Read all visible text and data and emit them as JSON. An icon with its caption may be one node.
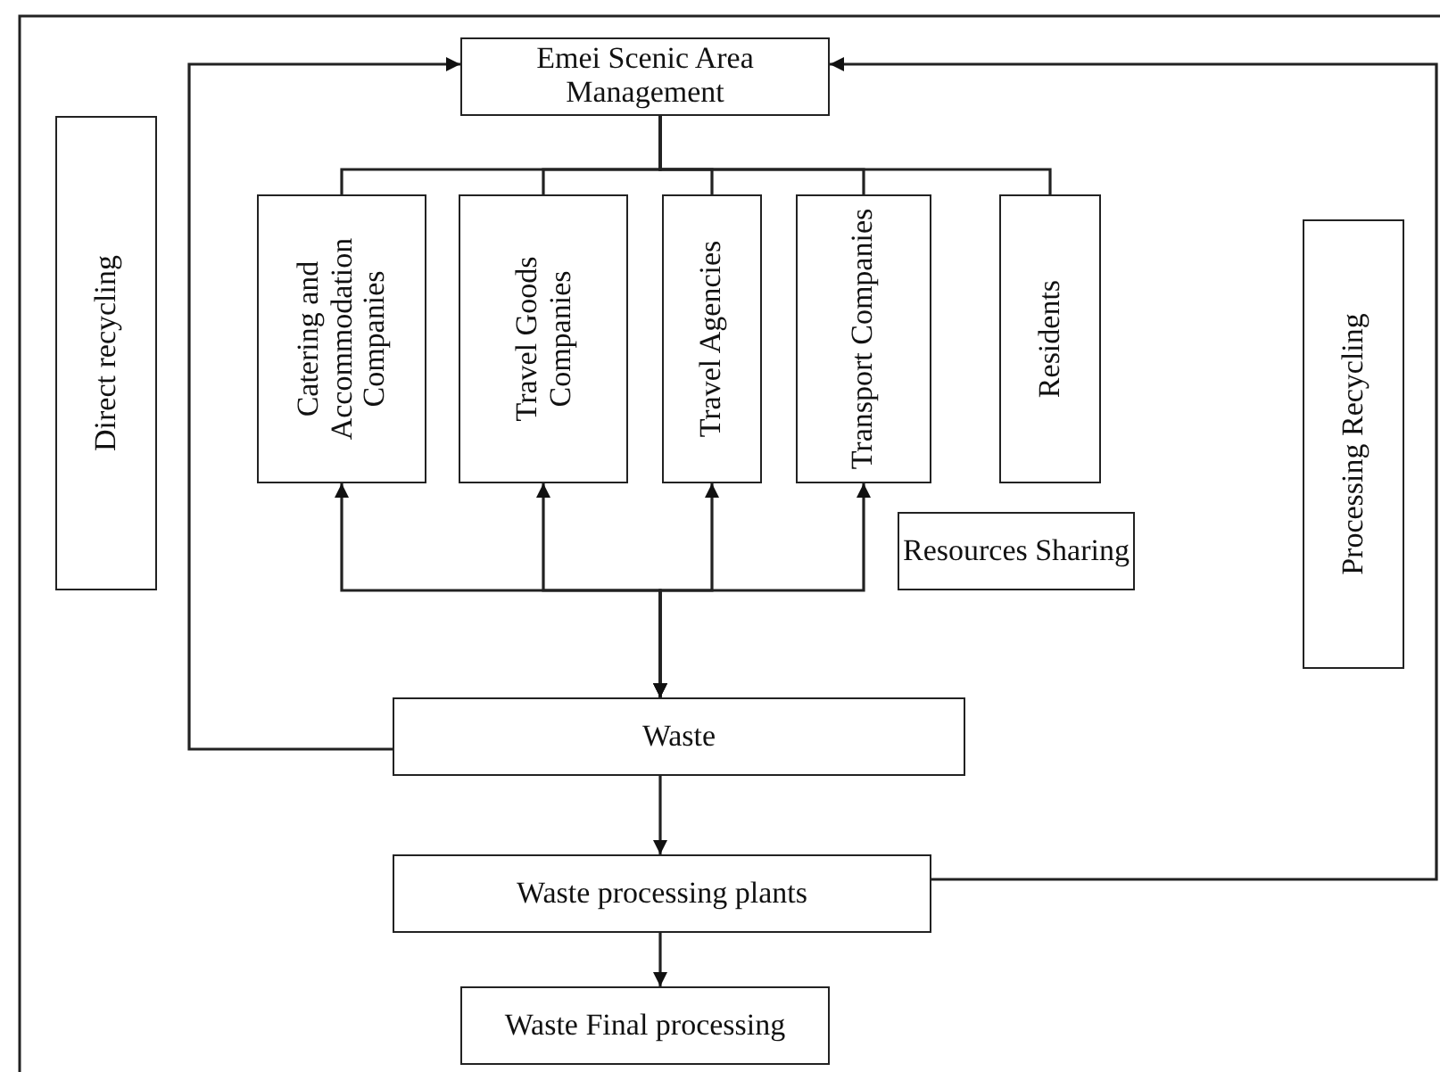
{
  "diagram": {
    "nodes": [
      {
        "text": [
          "Emei Scenic Area Management"
        ]
      },
      {
        "text": [
          "Direct recycling"
        ]
      },
      {
        "text": [
          "Catering and Accommodation Companies"
        ]
      },
      {
        "text": [
          "Travel Goods Companies"
        ]
      },
      {
        "text": [
          "Travel Agencies"
        ]
      },
      {
        "text": [
          "Transport Companies"
        ]
      },
      {
        "text": [
          "Residents"
        ]
      },
      {
        "text": [
          "Resources Sharing"
        ]
      },
      {
        "text": [
          "Processing Recycling"
        ]
      },
      {
        "text": [
          "Waste"
        ]
      },
      {
        "text": [
          "Waste processing plants"
        ]
      },
      {
        "text": [
          "Waste Final processing"
        ]
      }
    ],
    "edges": [
      {
        "from": 0,
        "to": 2,
        "arrow": "none"
      },
      {
        "from": 0,
        "to": 3,
        "arrow": "none"
      },
      {
        "from": 0,
        "to": 4,
        "arrow": "none"
      },
      {
        "from": 0,
        "to": 5,
        "arrow": "none"
      },
      {
        "from": 0,
        "to": 6,
        "arrow": "none"
      },
      {
        "from": 9,
        "to": 2,
        "arrow": "both"
      },
      {
        "from": 9,
        "to": 3,
        "arrow": "both"
      },
      {
        "from": 9,
        "to": 4,
        "arrow": "both"
      },
      {
        "from": 9,
        "to": 5,
        "arrow": "both"
      },
      {
        "from": 9,
        "to": 0,
        "arrow": "to"
      },
      {
        "from": 10,
        "to": 0,
        "arrow": "to"
      },
      {
        "from": 9,
        "to": 10,
        "arrow": "to"
      },
      {
        "from": 10,
        "to": 11,
        "arrow": "to"
      }
    ]
  }
}
